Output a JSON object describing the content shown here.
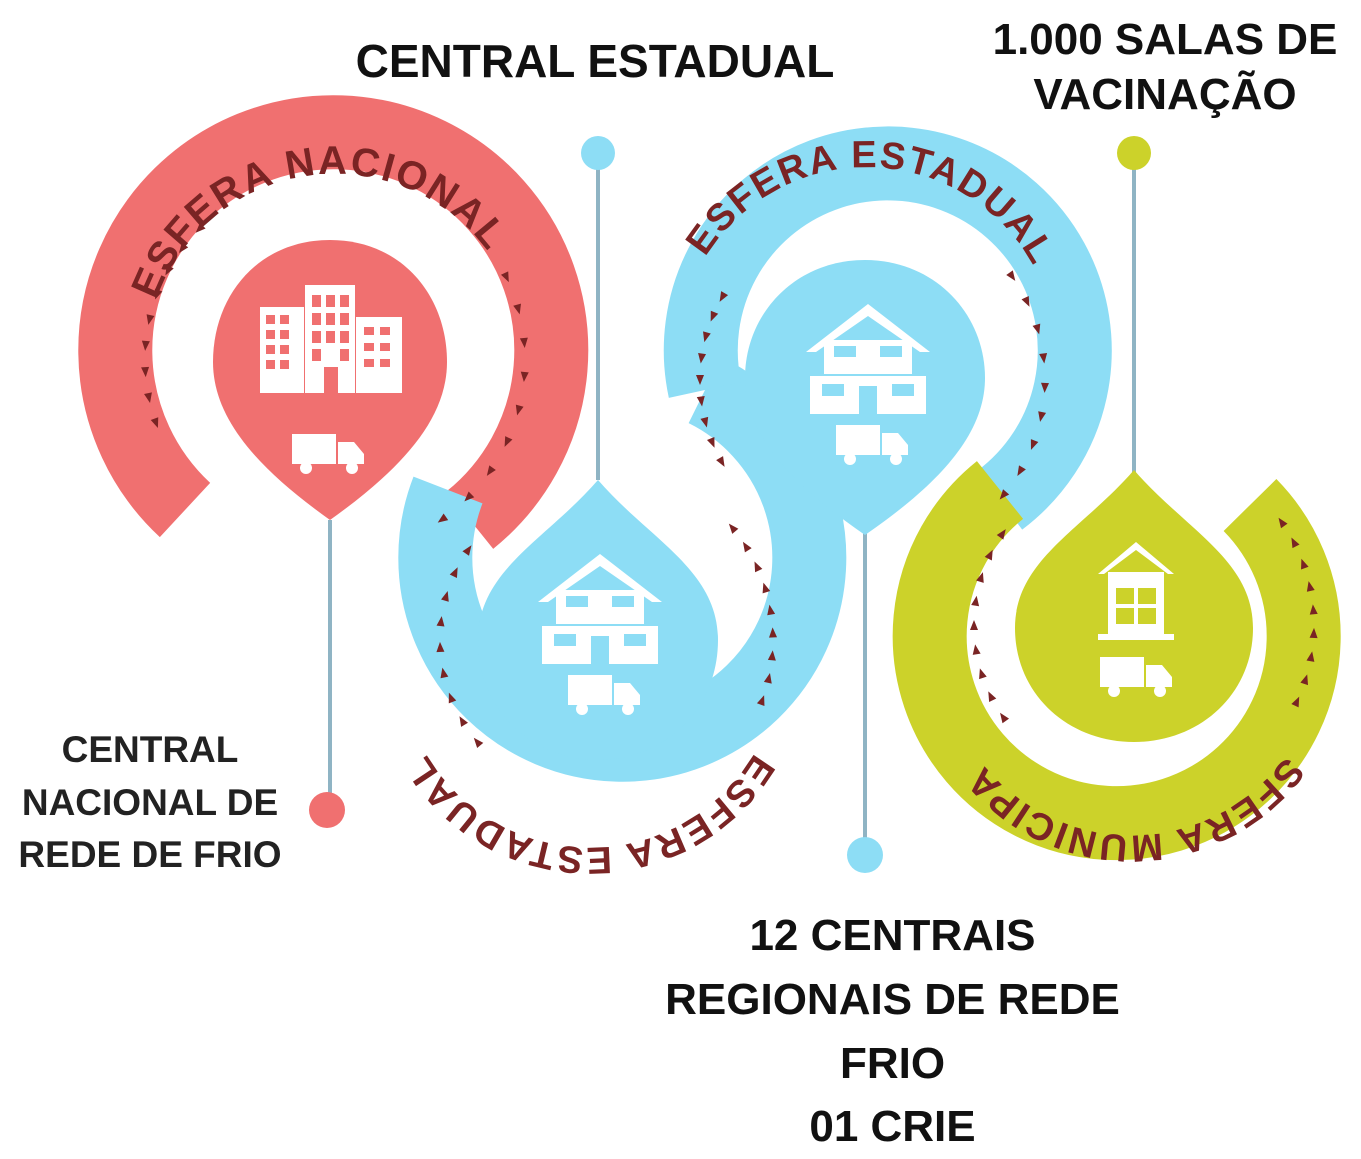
{
  "colors": {
    "national": "#f07070",
    "state": "#8dddf5",
    "municipal": "#ccd22a",
    "arrow": "#7a2424",
    "text": "#111111"
  },
  "labels": {
    "top_center": "CENTRAL ESTADUAL",
    "top_right": [
      "1.000 SALAS DE",
      "VACINAÇÃO"
    ],
    "left": [
      "CENTRAL",
      "NACIONAL DE",
      "REDE DE FRIO"
    ],
    "bottom": [
      "12 CENTRAIS",
      "REGIONAIS DE REDE",
      "FRIO",
      "01 CRIE"
    ]
  },
  "spheres": {
    "national": "ESFERA NACIONAL",
    "state_top": "ESFERA ESTADUAL",
    "state_bottom": "ESFERA ESTADUAL",
    "municipal": "ESFERA MUNICIPAL"
  },
  "icons": {
    "national": [
      "office-buildings-icon",
      "truck-icon"
    ],
    "state_bottom": [
      "warehouse-icon",
      "truck-icon"
    ],
    "state_top": [
      "warehouse-icon",
      "truck-icon"
    ],
    "municipal": [
      "house-icon",
      "truck-icon"
    ]
  }
}
